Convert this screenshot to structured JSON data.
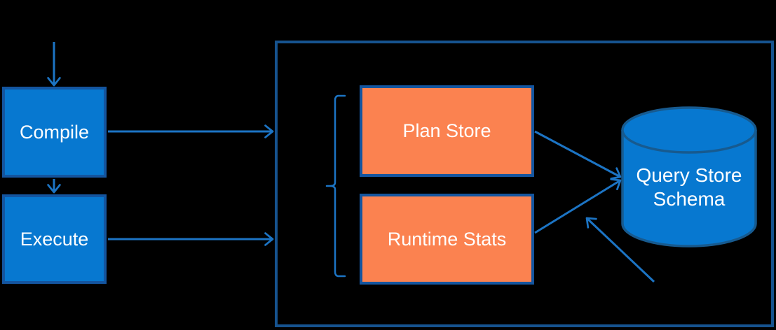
{
  "nodes": {
    "compile": {
      "label": "Compile"
    },
    "execute": {
      "label": "Execute"
    },
    "plan_store": {
      "label": "Plan Store"
    },
    "runtime_stats": {
      "label": "Runtime Stats"
    },
    "query_store_schema": {
      "label": "Query Store Schema"
    }
  },
  "groups": {
    "query_store_container": {
      "description": "large bordered box containing Plan Store, Runtime Stats and Query Store Schema",
      "brace_groups": [
        "Plan Store",
        "Runtime Stats"
      ]
    }
  },
  "edges": [
    {
      "from": "(top, off-diagram)",
      "to": "Compile",
      "style": "arrow-down"
    },
    {
      "from": "Compile",
      "to": "Execute",
      "style": "arrow-down"
    },
    {
      "from": "Compile",
      "to": "query_store_container",
      "style": "arrow-right"
    },
    {
      "from": "Execute",
      "to": "query_store_container",
      "style": "arrow-right"
    },
    {
      "from": "Plan Store",
      "to": "Query Store Schema",
      "style": "arrow"
    },
    {
      "from": "Runtime Stats",
      "to": "Query Store Schema",
      "style": "arrow"
    },
    {
      "from": "(bottom right, off-diagram)",
      "to": "Query Store Schema junction",
      "style": "arrow-up-left"
    }
  ],
  "colors": {
    "node_blue_fill": "#0778D0",
    "node_blue_border": "#14559F",
    "node_orange_fill": "#FB8250",
    "node_orange_border": "#14559F",
    "container_border": "#16538F",
    "cylinder_fill": "#0778D0",
    "cylinder_border": "#175A8F",
    "connector": "#1C74C4",
    "label_text": "#FFFFFF",
    "background": "#000000"
  }
}
